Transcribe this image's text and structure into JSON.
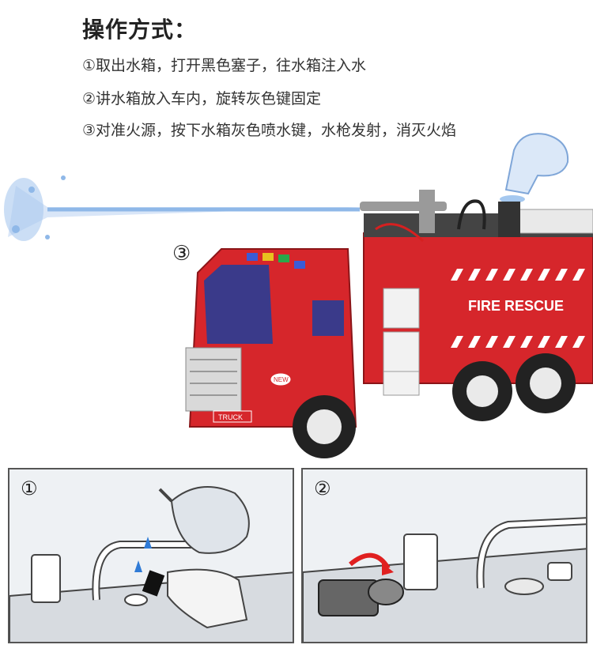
{
  "instructions": {
    "title": "操作方式：",
    "steps": [
      "①取出水箱，打开黑色塞子，往水箱注入水",
      "②讲水箱放入车内，旋转灰色键固定",
      "③对准火源，按下水箱灰色喷水键，水枪发射，消灭火焰"
    ]
  },
  "truck": {
    "step_marker": "③",
    "side_text": "FIRE RESCUE",
    "badge_text": "NEW",
    "plate_text": "TRUCK"
  },
  "panels": [
    {
      "marker": "①"
    },
    {
      "marker": "②"
    }
  ],
  "colors": {
    "truck_red": "#d6262b",
    "water_blue": "#8fb8e8",
    "panel_bg": "#eef1f4",
    "outline": "#555555"
  }
}
